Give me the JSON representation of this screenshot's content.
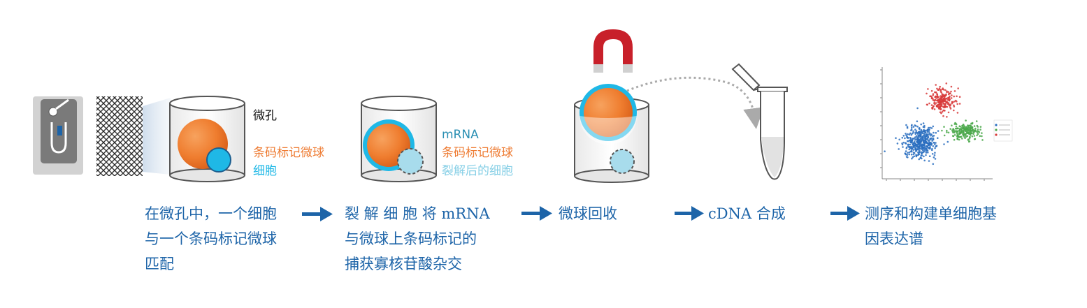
{
  "colors": {
    "caption_blue": "#1d64a8",
    "bead_orange": "#ef7d2f",
    "cell_cyan": "#1fb8e6",
    "lysed_cell": "#a8dcec",
    "mrna_teal": "#2a8fb3",
    "label_orange": "#ee7b32",
    "magnet_red": "#c8202a",
    "cluster_blue": "#2a6fc0",
    "cluster_green": "#4aa84a",
    "cluster_red": "#d83a3a"
  },
  "step1": {
    "label_well": "微孔",
    "label_bead": "条码标记微球",
    "label_cell": "细胞",
    "caption": "在微孔中，一个细胞\n与一个条码标记微球\n匹配"
  },
  "step2": {
    "label_mrna": "mRNA",
    "label_bead": "条码标记微球",
    "label_lysed": "裂解后的细胞",
    "caption": "裂 解 细 胞 将  mRNA\n与微球上条码标记的\n捕获寡核苷酸杂交"
  },
  "step3": {
    "caption": "微球回收"
  },
  "step4": {
    "caption": "cDNA 合成"
  },
  "step5": {
    "caption": "测序和构建单细胞基\n因表达谱"
  },
  "icons": {
    "chip": "microfluidic-chip-icon",
    "magnet": "magnet-icon",
    "tube": "microcentrifuge-tube-icon",
    "arrow": "right-arrow-icon",
    "scatter": "tsne-scatter-plot-icon"
  }
}
